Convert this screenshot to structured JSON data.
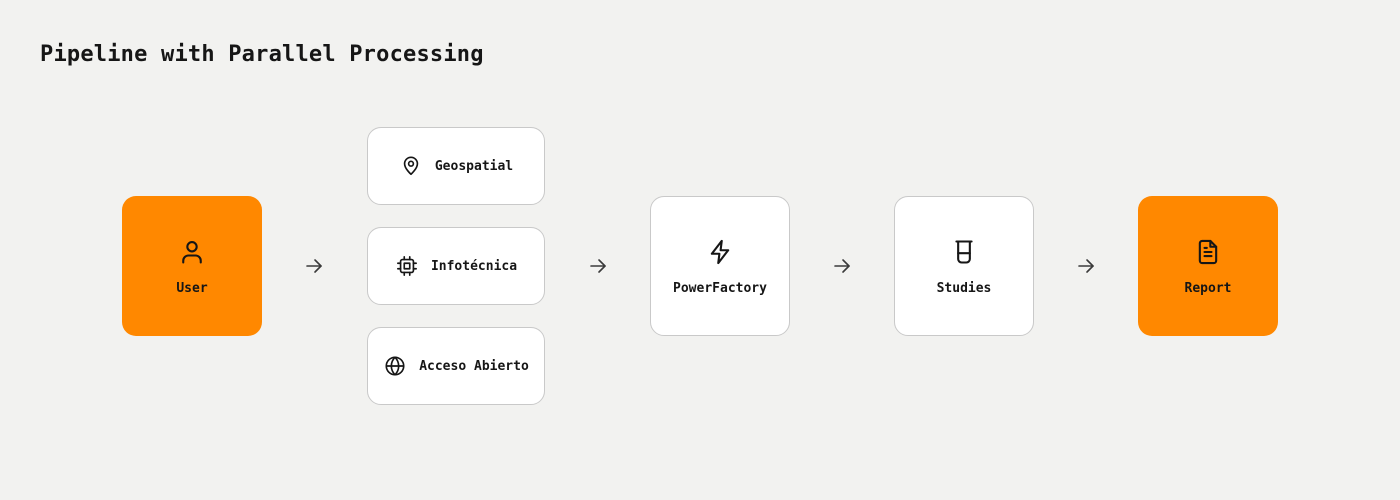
{
  "title": "Pipeline with Parallel Processing",
  "nodes": {
    "user": {
      "label": "User",
      "icon": "user-icon"
    },
    "powerfactory": {
      "label": "PowerFactory",
      "icon": "lightning-icon"
    },
    "studies": {
      "label": "Studies",
      "icon": "beaker-icon"
    },
    "report": {
      "label": "Report",
      "icon": "document-icon"
    }
  },
  "parallel": [
    {
      "label": "Geospatial",
      "icon": "map-pin-icon"
    },
    {
      "label": "Infotécnica",
      "icon": "chip-icon"
    },
    {
      "label": "Acceso Abierto",
      "icon": "globe-icon"
    }
  ],
  "colors": {
    "accent": "#ff8800",
    "background": "#f2f2f0",
    "card": "#ffffff",
    "border": "#c9c9c9",
    "text": "#161616"
  }
}
